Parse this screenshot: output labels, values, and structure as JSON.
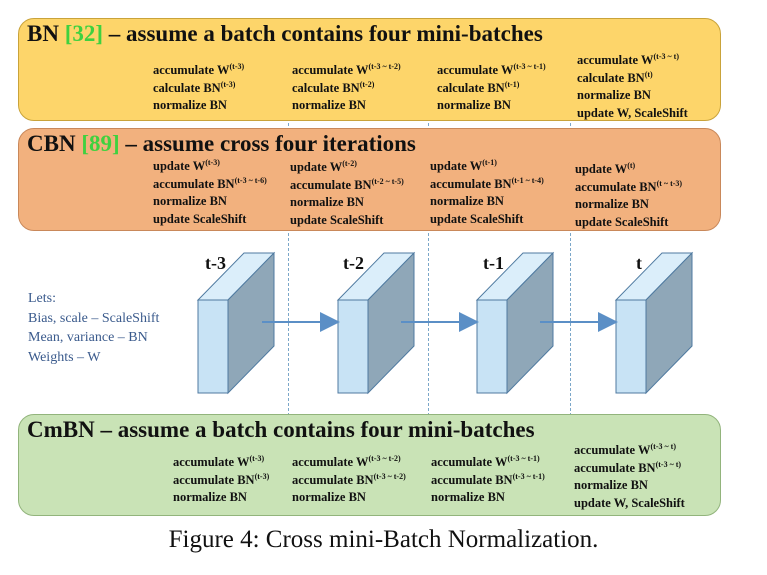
{
  "bn": {
    "title_prefix": "BN",
    "title_ref": "[32]",
    "title_rest": "– assume a batch contains four mini-batches",
    "cols": [
      {
        "l1": "accumulate W",
        "s1": "(t-3)",
        "l2": "calculate BN",
        "s2": "(t-3)",
        "l3": "normalize BN",
        "l4": ""
      },
      {
        "l1": "accumulate W",
        "s1": "(t-3 ~ t-2)",
        "l2": "calculate BN",
        "s2": "(t-2)",
        "l3": "normalize BN",
        "l4": ""
      },
      {
        "l1": "accumulate W",
        "s1": "(t-3 ~ t-1)",
        "l2": "calculate BN",
        "s2": "(t-1)",
        "l3": "normalize BN",
        "l4": ""
      },
      {
        "l1": "accumulate W",
        "s1": "(t-3 ~ t)",
        "l2": "calculate BN",
        "s2": "(t)",
        "l3": "normalize BN",
        "l4": "update W, ScaleShift"
      }
    ]
  },
  "cbn": {
    "title_prefix": "CBN",
    "title_ref": "[89]",
    "title_rest": "– assume cross four iterations",
    "cols": [
      {
        "l1": "update W",
        "s1": "(t-3)",
        "l2": "accumulate BN",
        "s2": "(t-3 ~ t-6)",
        "l3": "normalize BN",
        "l4": "update ScaleShift"
      },
      {
        "l1": "update W",
        "s1": "(t-2)",
        "l2": "accumulate BN",
        "s2": "(t-2 ~ t-5)",
        "l3": "normalize BN",
        "l4": "update ScaleShift"
      },
      {
        "l1": "update W",
        "s1": "(t-1)",
        "l2": "accumulate BN",
        "s2": "(t-1 ~ t-4)",
        "l3": "normalize BN",
        "l4": "update ScaleShift"
      },
      {
        "l1": "update W",
        "s1": "(t)",
        "l2": "accumulate BN",
        "s2": "(t ~ t-3)",
        "l3": "normalize BN",
        "l4": "update ScaleShift"
      }
    ]
  },
  "cmbn": {
    "title": "CmBN – assume a batch contains four mini-batches",
    "cols": [
      {
        "l1": "accumulate W",
        "s1": "(t-3)",
        "l2": "accumulate BN",
        "s2": "(t-3)",
        "l3": "normalize BN",
        "l4": ""
      },
      {
        "l1": "accumulate W",
        "s1": "(t-3 ~ t-2)",
        "l2": "accumulate BN",
        "s2": "(t-3 ~ t-2)",
        "l3": "normalize BN",
        "l4": ""
      },
      {
        "l1": "accumulate W",
        "s1": "(t-3 ~ t-1)",
        "l2": "accumulate BN",
        "s2": "(t-3 ~ t-1)",
        "l3": "normalize BN",
        "l4": ""
      },
      {
        "l1": "accumulate W",
        "s1": "(t-3 ~ t)",
        "l2": "accumulate BN",
        "s2": "(t-3 ~ t)",
        "l3": "normalize BN",
        "l4": "update W, ScaleShift"
      }
    ]
  },
  "lets": {
    "line1": "Lets:",
    "line2": "Bias, scale – ScaleShift",
    "line3": "Mean, variance – BN",
    "line4": "Weights – W"
  },
  "timesteps": [
    "t-3",
    "t-2",
    "t-1",
    "t"
  ],
  "caption": "Figure 4: Cross mini-Batch Normalization.",
  "colors": {
    "bn_panel": "#fdd56a",
    "cbn_panel": "#f2b17e",
    "cmbn_panel": "#c9e3b6",
    "ref_green": "#3fd13f",
    "block_front": "#c8e3f5",
    "block_side": "#8fa7b8",
    "arrow": "#5b8fc6"
  }
}
